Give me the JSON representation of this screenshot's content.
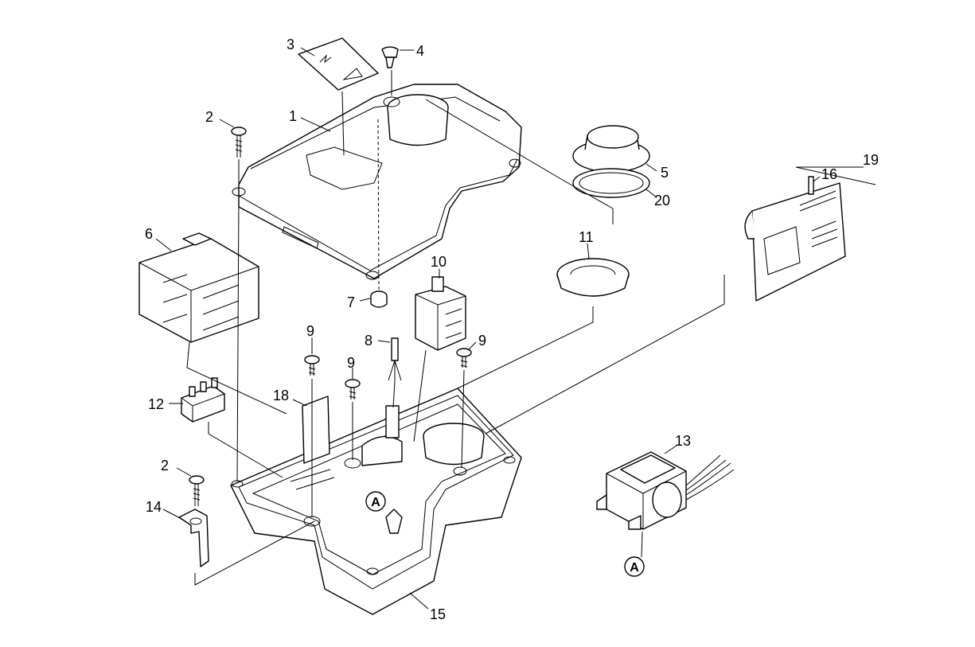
{
  "callouts": [
    {
      "id": "1",
      "label": "1"
    },
    {
      "id": "2a",
      "label": "2"
    },
    {
      "id": "2b",
      "label": "2"
    },
    {
      "id": "3",
      "label": "3"
    },
    {
      "id": "4",
      "label": "4"
    },
    {
      "id": "5",
      "label": "5"
    },
    {
      "id": "6",
      "label": "6"
    },
    {
      "id": "7",
      "label": "7"
    },
    {
      "id": "8",
      "label": "8"
    },
    {
      "id": "9a",
      "label": "9"
    },
    {
      "id": "9b",
      "label": "9"
    },
    {
      "id": "9c",
      "label": "9"
    },
    {
      "id": "10",
      "label": "10"
    },
    {
      "id": "11",
      "label": "11"
    },
    {
      "id": "12",
      "label": "12"
    },
    {
      "id": "13",
      "label": "13"
    },
    {
      "id": "14",
      "label": "14"
    },
    {
      "id": "15",
      "label": "15"
    },
    {
      "id": "16",
      "label": "16"
    },
    {
      "id": "18",
      "label": "18"
    },
    {
      "id": "19",
      "label": "19"
    },
    {
      "id": "20",
      "label": "20"
    }
  ],
  "reference_marks": [
    {
      "id": "a1",
      "label": "A"
    },
    {
      "id": "a2",
      "label": "A"
    }
  ]
}
